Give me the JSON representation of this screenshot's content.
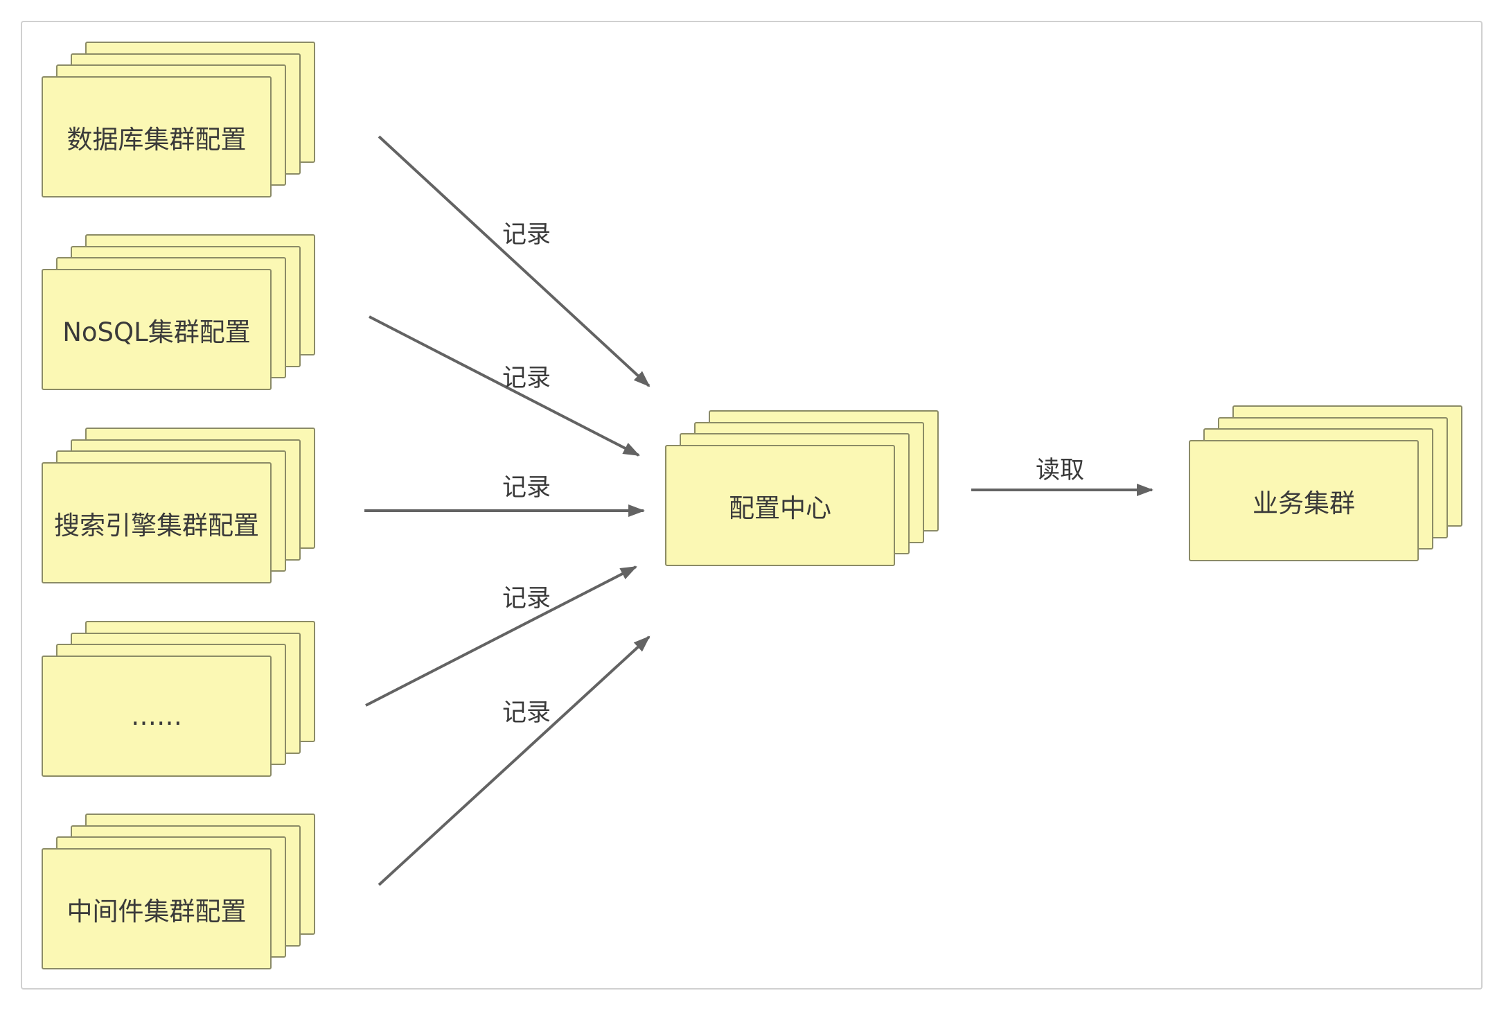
{
  "sources": [
    {
      "label": "数据库集群配置"
    },
    {
      "label": "NoSQL集群配置"
    },
    {
      "label": "搜索引擎集群配置"
    },
    {
      "label": "……"
    },
    {
      "label": "中间件集群配置"
    }
  ],
  "center": {
    "label": "配置中心"
  },
  "target": {
    "label": "业务集群"
  },
  "edges": {
    "record_labels": [
      "记录",
      "记录",
      "记录",
      "记录",
      "记录"
    ],
    "read_label": "读取"
  },
  "colors": {
    "card_fill": "#fbf8b4",
    "card_border": "#8b8b66",
    "arrow": "#636363",
    "text": "#3a3a3a"
  }
}
